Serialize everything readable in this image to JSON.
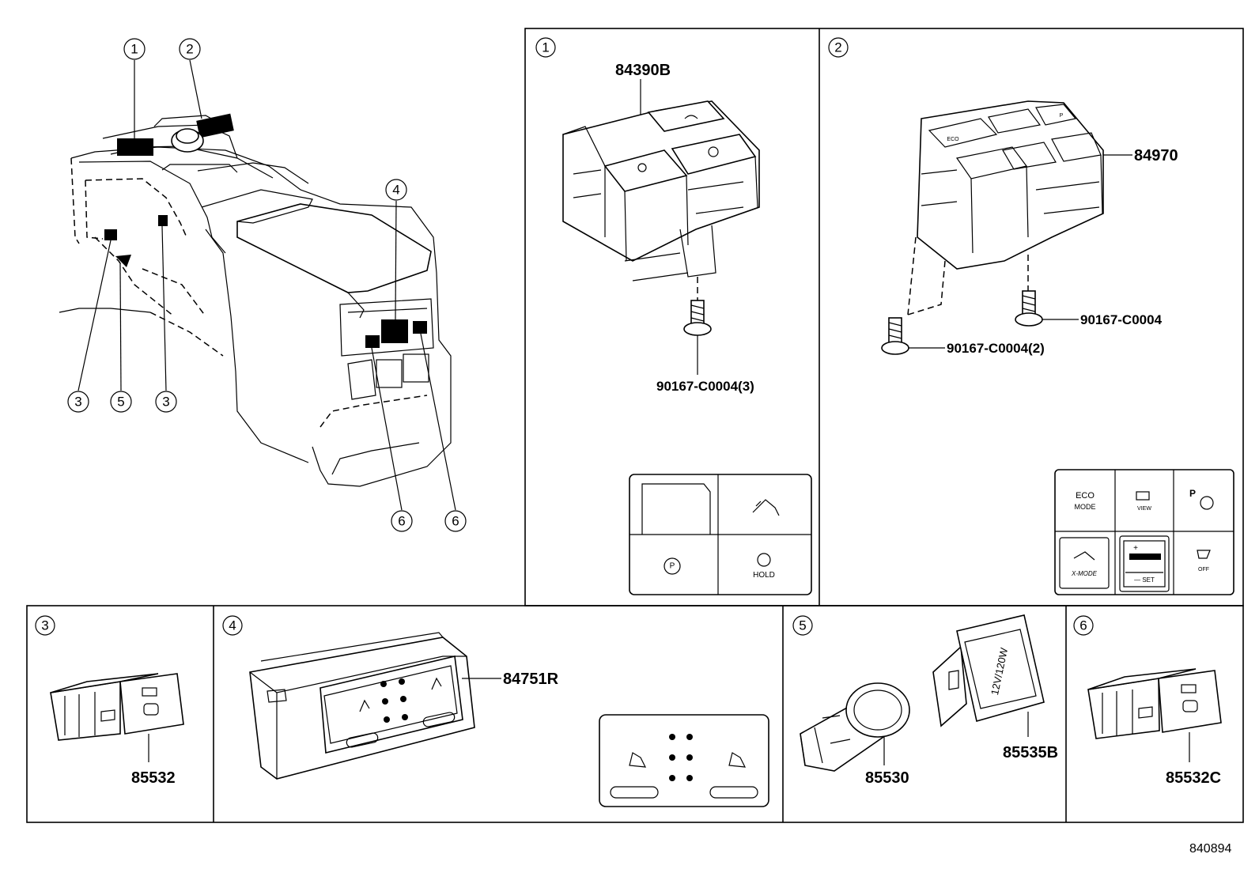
{
  "diagram": {
    "code": "840894",
    "overview": {
      "callouts": [
        "1",
        "2",
        "3",
        "5",
        "3",
        "4",
        "6",
        "6"
      ]
    },
    "panel1": {
      "number": "1",
      "part_switch": "84390B",
      "part_screw": "90167-C0004(3)",
      "icon_hold": "HOLD"
    },
    "panel2": {
      "number": "2",
      "part_switch": "84970",
      "part_screw_a": "90167-C0004",
      "part_screw_b": "90167-C0004(2)",
      "icons": {
        "eco": "ECO",
        "mode": "MODE",
        "view": "VIEW",
        "p": "P",
        "xmode": "X-MODE",
        "plus": "+",
        "set": "— SET",
        "off": "OFF"
      }
    },
    "panel3": {
      "number": "3",
      "part": "85532"
    },
    "panel4": {
      "number": "4",
      "part": "84751R"
    },
    "panel5": {
      "number": "5",
      "part_socket": "85530",
      "part_cover": "85535B",
      "cover_text": "12V/120W"
    },
    "panel6": {
      "number": "6",
      "part": "85532C"
    }
  }
}
